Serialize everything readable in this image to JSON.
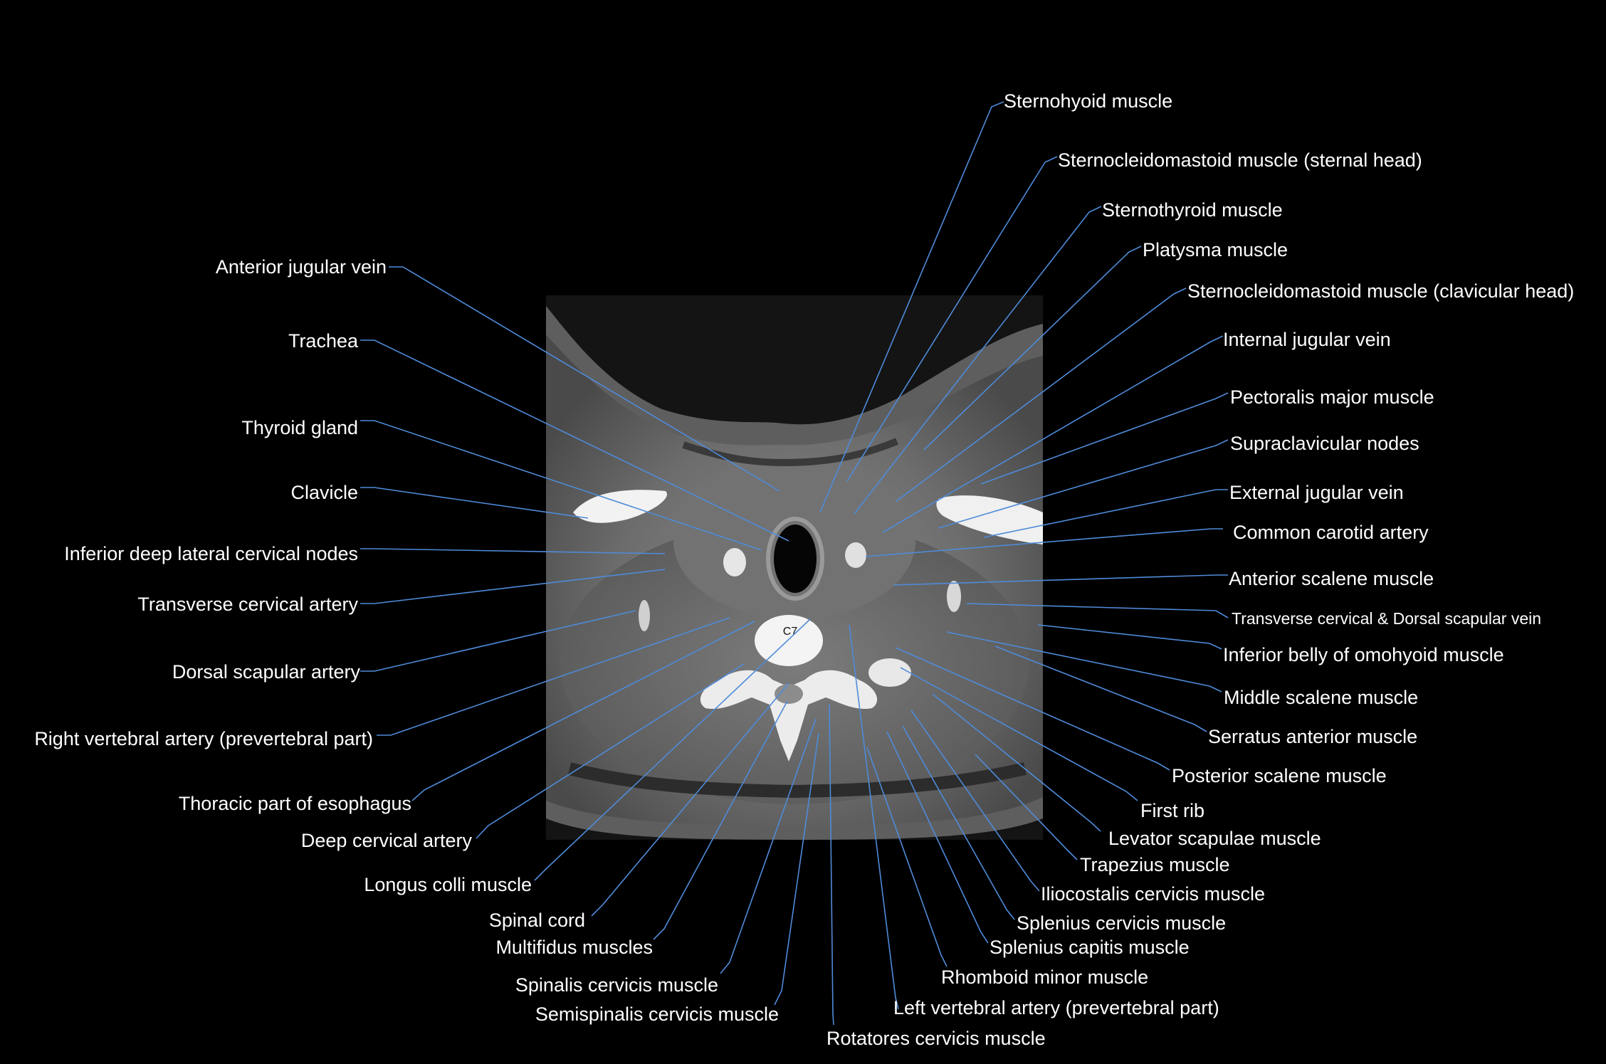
{
  "vertebra_label": "C7",
  "colors": {
    "background": "#000000",
    "label": "#ffffff",
    "leader": "#4f8bd9"
  },
  "labels_left": [
    {
      "id": "anterior-jugular-vein",
      "text": "Anterior jugular vein"
    },
    {
      "id": "trachea",
      "text": "Trachea"
    },
    {
      "id": "thyroid-gland",
      "text": "Thyroid gland"
    },
    {
      "id": "clavicle",
      "text": "Clavicle"
    },
    {
      "id": "inferior-deep-lateral-cervical-nodes",
      "text": "Inferior deep lateral cervical nodes"
    },
    {
      "id": "transverse-cervical-artery",
      "text": "Transverse cervical artery"
    },
    {
      "id": "dorsal-scapular-artery",
      "text": "Dorsal scapular artery"
    },
    {
      "id": "right-vertebral-artery",
      "text": "Right vertebral artery (prevertebral part)"
    },
    {
      "id": "thoracic-esophagus",
      "text": "Thoracic part of esophagus"
    },
    {
      "id": "deep-cervical-artery",
      "text": "Deep cervical artery"
    },
    {
      "id": "longus-colli-muscle",
      "text": "Longus colli muscle"
    },
    {
      "id": "spinal-cord",
      "text": "Spinal cord"
    },
    {
      "id": "multifidus-muscles",
      "text": "Multifidus muscles"
    },
    {
      "id": "spinalis-cervicis-muscle",
      "text": "Spinalis cervicis muscle"
    },
    {
      "id": "semispinalis-cervicis-muscle",
      "text": "Semispinalis cervicis muscle"
    }
  ],
  "labels_right": [
    {
      "id": "sternohyoid-muscle",
      "text": "Sternohyoid muscle"
    },
    {
      "id": "scm-sternal-head",
      "text": "Sternocleidomastoid muscle (sternal head)"
    },
    {
      "id": "sternothyroid-muscle",
      "text": "Sternothyroid muscle"
    },
    {
      "id": "platysma-muscle",
      "text": "Platysma muscle"
    },
    {
      "id": "scm-clavicular-head",
      "text": "Sternocleidomastoid muscle (clavicular head)"
    },
    {
      "id": "internal-jugular-vein",
      "text": "Internal jugular vein"
    },
    {
      "id": "pectoralis-major-muscle",
      "text": "Pectoralis major muscle"
    },
    {
      "id": "supraclavicular-nodes",
      "text": "Supraclavicular nodes"
    },
    {
      "id": "external-jugular-vein",
      "text": "External jugular vein"
    },
    {
      "id": "common-carotid-artery",
      "text": "Common carotid artery"
    },
    {
      "id": "anterior-scalene-muscle",
      "text": "Anterior scalene muscle"
    },
    {
      "id": "transverse-cervical-dorsal-scapular-vein",
      "text": "Transverse cervical & Dorsal scapular vein"
    },
    {
      "id": "inferior-belly-omohyoid",
      "text": "Inferior belly of omohyoid muscle"
    },
    {
      "id": "middle-scalene-muscle",
      "text": "Middle scalene muscle"
    },
    {
      "id": "serratus-anterior-muscle",
      "text": "Serratus anterior muscle"
    },
    {
      "id": "posterior-scalene-muscle",
      "text": "Posterior scalene muscle"
    },
    {
      "id": "first-rib",
      "text": "First rib"
    },
    {
      "id": "levator-scapulae-muscle",
      "text": "Levator scapulae muscle"
    },
    {
      "id": "trapezius-muscle",
      "text": "Trapezius muscle"
    },
    {
      "id": "iliocostalis-cervicis-muscle",
      "text": "Iliocostalis cervicis muscle"
    },
    {
      "id": "splenius-cervicis-muscle",
      "text": "Splenius cervicis muscle"
    },
    {
      "id": "splenius-capitis-muscle",
      "text": "Splenius capitis muscle"
    },
    {
      "id": "rhomboid-minor-muscle",
      "text": "Rhomboid minor muscle"
    },
    {
      "id": "left-vertebral-artery",
      "text": "Left vertebral artery (prevertebral part)"
    },
    {
      "id": "rotatores-cervicis-muscle",
      "text": "Rotatores cervicis muscle"
    }
  ]
}
